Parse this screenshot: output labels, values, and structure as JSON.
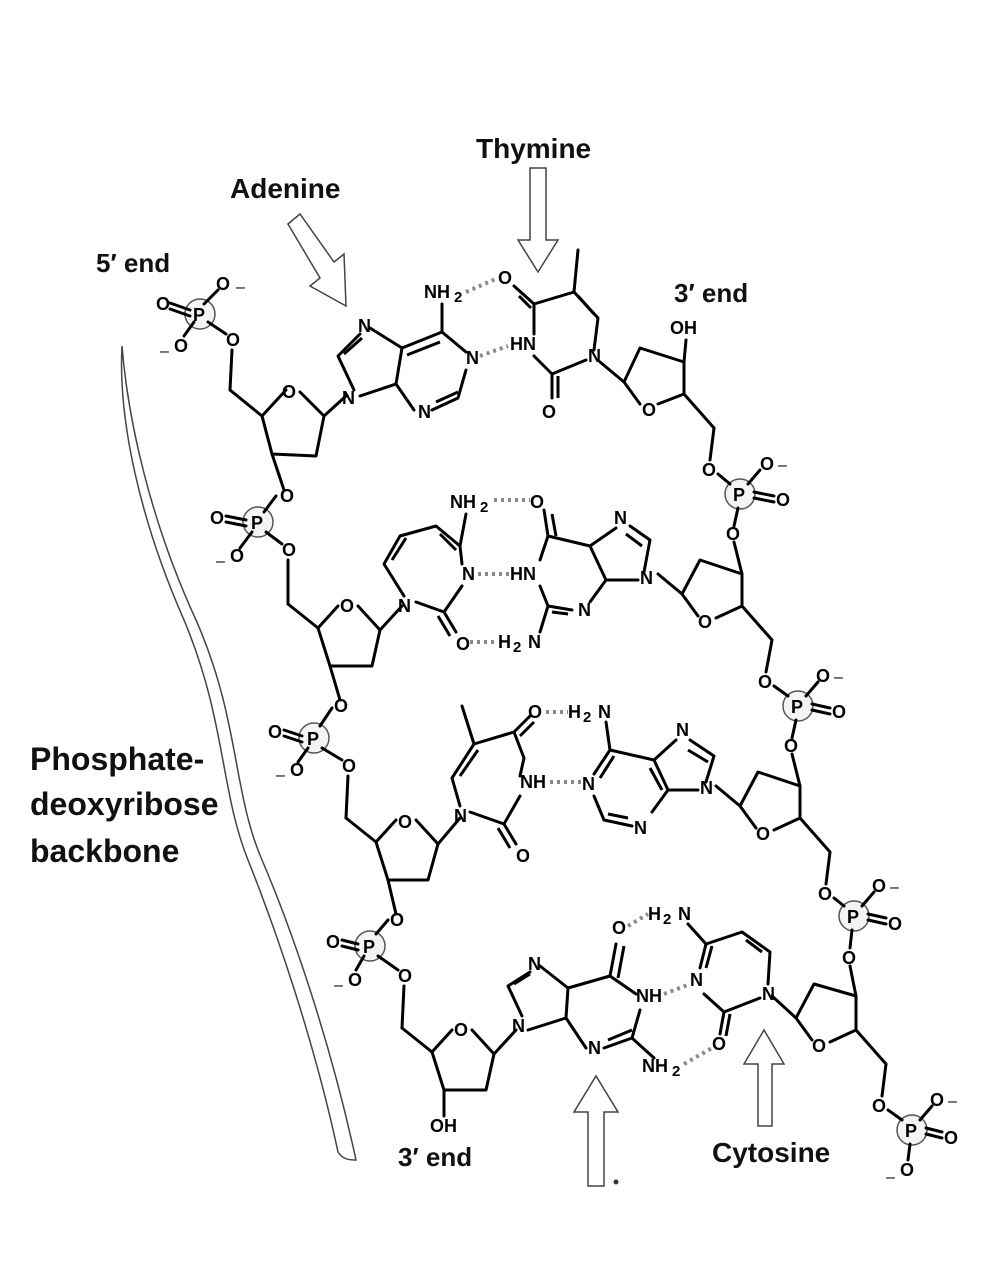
{
  "labels": {
    "thymine": "Thymine",
    "adenine": "Adenine",
    "five_prime_end": "5′ end",
    "three_prime_end_top": "3′ end",
    "backbone_line1": "Phosphate-",
    "backbone_line2": "deoxyribose",
    "backbone_line3": "backbone",
    "three_prime_end_bottom": "3′ end",
    "cytosine": "Cytosine"
  },
  "atoms": {
    "O": "O",
    "N": "N",
    "P": "P",
    "NH": "NH",
    "HN": "HN",
    "NH2": "NH",
    "H2N": "H",
    "OH": "OH",
    "two": "2",
    "minus": "–"
  }
}
